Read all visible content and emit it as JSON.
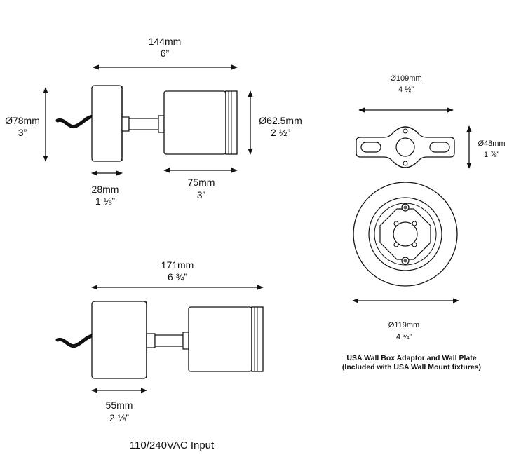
{
  "top_fixture": {
    "width_mm": "144mm",
    "width_in": "6”",
    "height_mm": "Ø78mm",
    "height_in": "3”",
    "head_dia_mm": "Ø62.5mm",
    "head_dia_in": "2 ½”",
    "base_depth_mm": "28mm",
    "base_depth_in": "1 ⅛”",
    "head_len_mm": "75mm",
    "head_len_in": "3”"
  },
  "bottom_fixture": {
    "width_mm": "171mm",
    "width_in": "6 ¾”",
    "base_depth_mm": "55mm",
    "base_depth_in": "2 ⅛”",
    "input_label": "110/240VAC Input"
  },
  "adaptor": {
    "width_mm": "Ø109mm",
    "width_in": "4 ½”",
    "height_mm": "Ø48mm",
    "height_in": "1 ⅞”"
  },
  "wall_plate": {
    "dia_mm": "Ø119mm",
    "dia_in": "4 ¾”",
    "caption_line1": "USA Wall Box Adaptor and Wall Plate",
    "caption_line2": "(Included with USA Wall Mount fixtures)"
  }
}
